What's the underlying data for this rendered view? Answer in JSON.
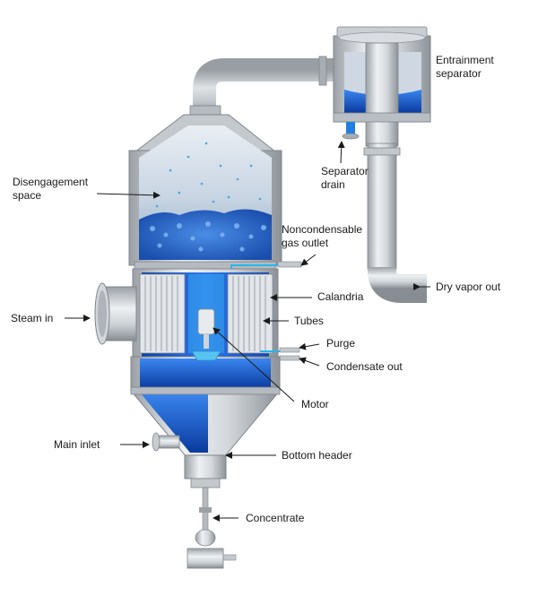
{
  "labels": {
    "entrainment_separator": [
      "Entrainment",
      "separator"
    ],
    "separator_drain": [
      "Separator",
      "drain"
    ],
    "disengagement_space": [
      "Disengagement",
      "space"
    ],
    "noncondensable_gas_outlet": [
      "Noncondensable",
      "gas outlet"
    ],
    "calandria": "Calandria",
    "dry_vapor_out": "Dry vapor out",
    "steam_in": "Steam in",
    "tubes": "Tubes",
    "purge": "Purge",
    "condensate_out": "Condensate out",
    "motor": "Motor",
    "main_inlet": "Main inlet",
    "bottom_header": "Bottom header",
    "concentrate": "Concentrate"
  },
  "colors": {
    "steel_light": "#e6e9ec",
    "steel_mid": "#b9bfc5",
    "steel_dark": "#8a9096",
    "liquid_blue": "#1e5fd8",
    "liquid_deep": "#0b3fa8",
    "vapor_light": "#dfe8f2",
    "accent_cyan": "#25b8e8"
  }
}
